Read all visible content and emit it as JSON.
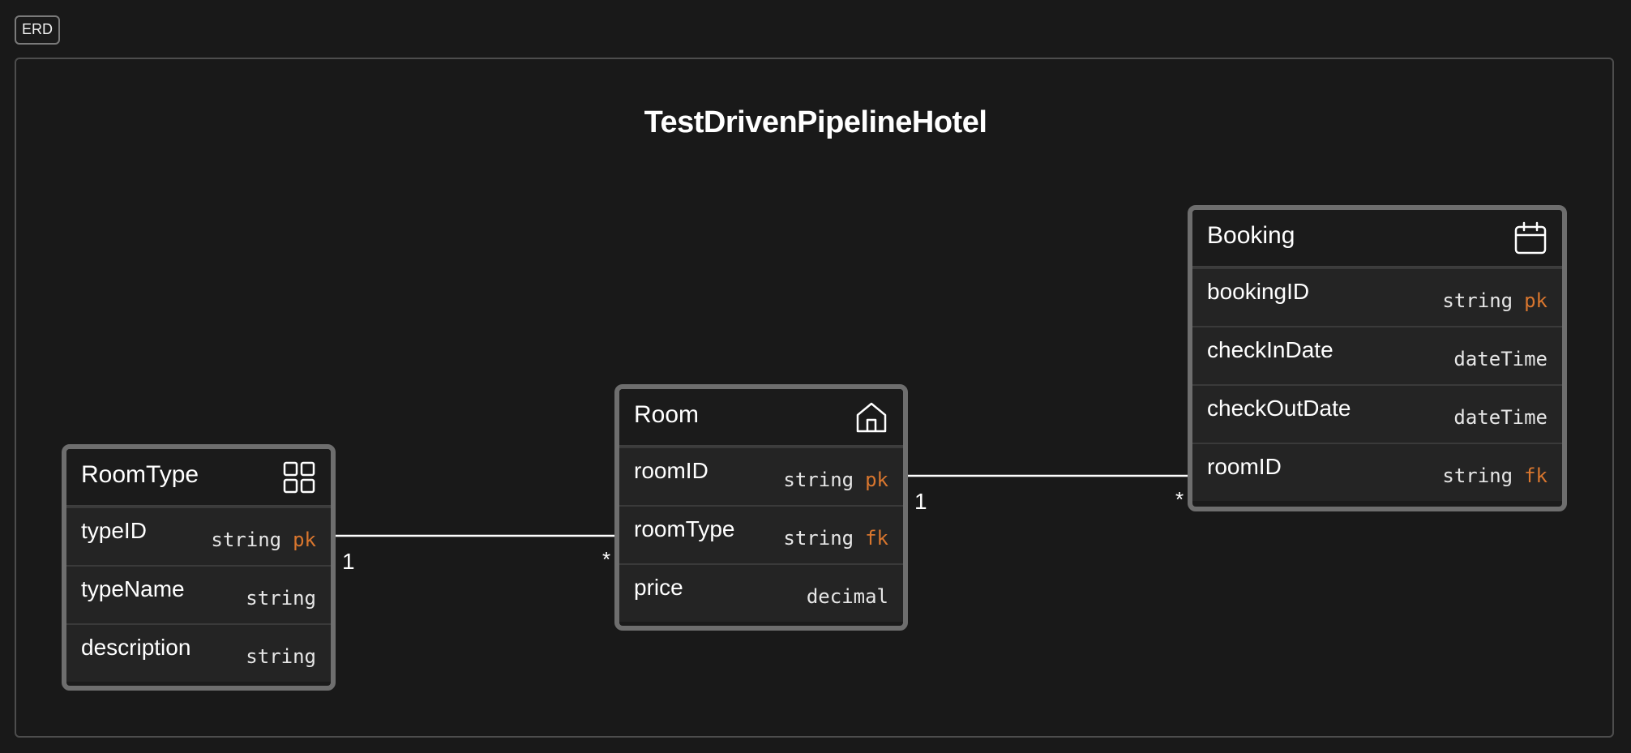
{
  "tag": "ERD",
  "title": "TestDrivenPipelineHotel",
  "colors": {
    "background": "#191919",
    "border": "#6e6e6e",
    "key": "#d9762e",
    "text": "#ffffff"
  },
  "entities": {
    "roomtype": {
      "name": "RoomType",
      "icon": "grid-icon",
      "fields": [
        {
          "name": "typeID",
          "type": "string",
          "key": "pk"
        },
        {
          "name": "typeName",
          "type": "string",
          "key": ""
        },
        {
          "name": "description",
          "type": "string",
          "key": ""
        }
      ]
    },
    "room": {
      "name": "Room",
      "icon": "home-icon",
      "fields": [
        {
          "name": "roomID",
          "type": "string",
          "key": "pk"
        },
        {
          "name": "roomType",
          "type": "string",
          "key": "fk"
        },
        {
          "name": "price",
          "type": "decimal",
          "key": ""
        }
      ]
    },
    "booking": {
      "name": "Booking",
      "icon": "calendar-icon",
      "fields": [
        {
          "name": "bookingID",
          "type": "string",
          "key": "pk"
        },
        {
          "name": "checkInDate",
          "type": "dateTime",
          "key": ""
        },
        {
          "name": "checkOutDate",
          "type": "dateTime",
          "key": ""
        },
        {
          "name": "roomID",
          "type": "string",
          "key": "fk"
        }
      ]
    }
  },
  "relationships": [
    {
      "from": "RoomType.typeID",
      "to": "Room.roomType",
      "from_card": "1",
      "to_card": "*"
    },
    {
      "from": "Room.roomID",
      "to": "Booking.roomID",
      "from_card": "1",
      "to_card": "*"
    }
  ]
}
